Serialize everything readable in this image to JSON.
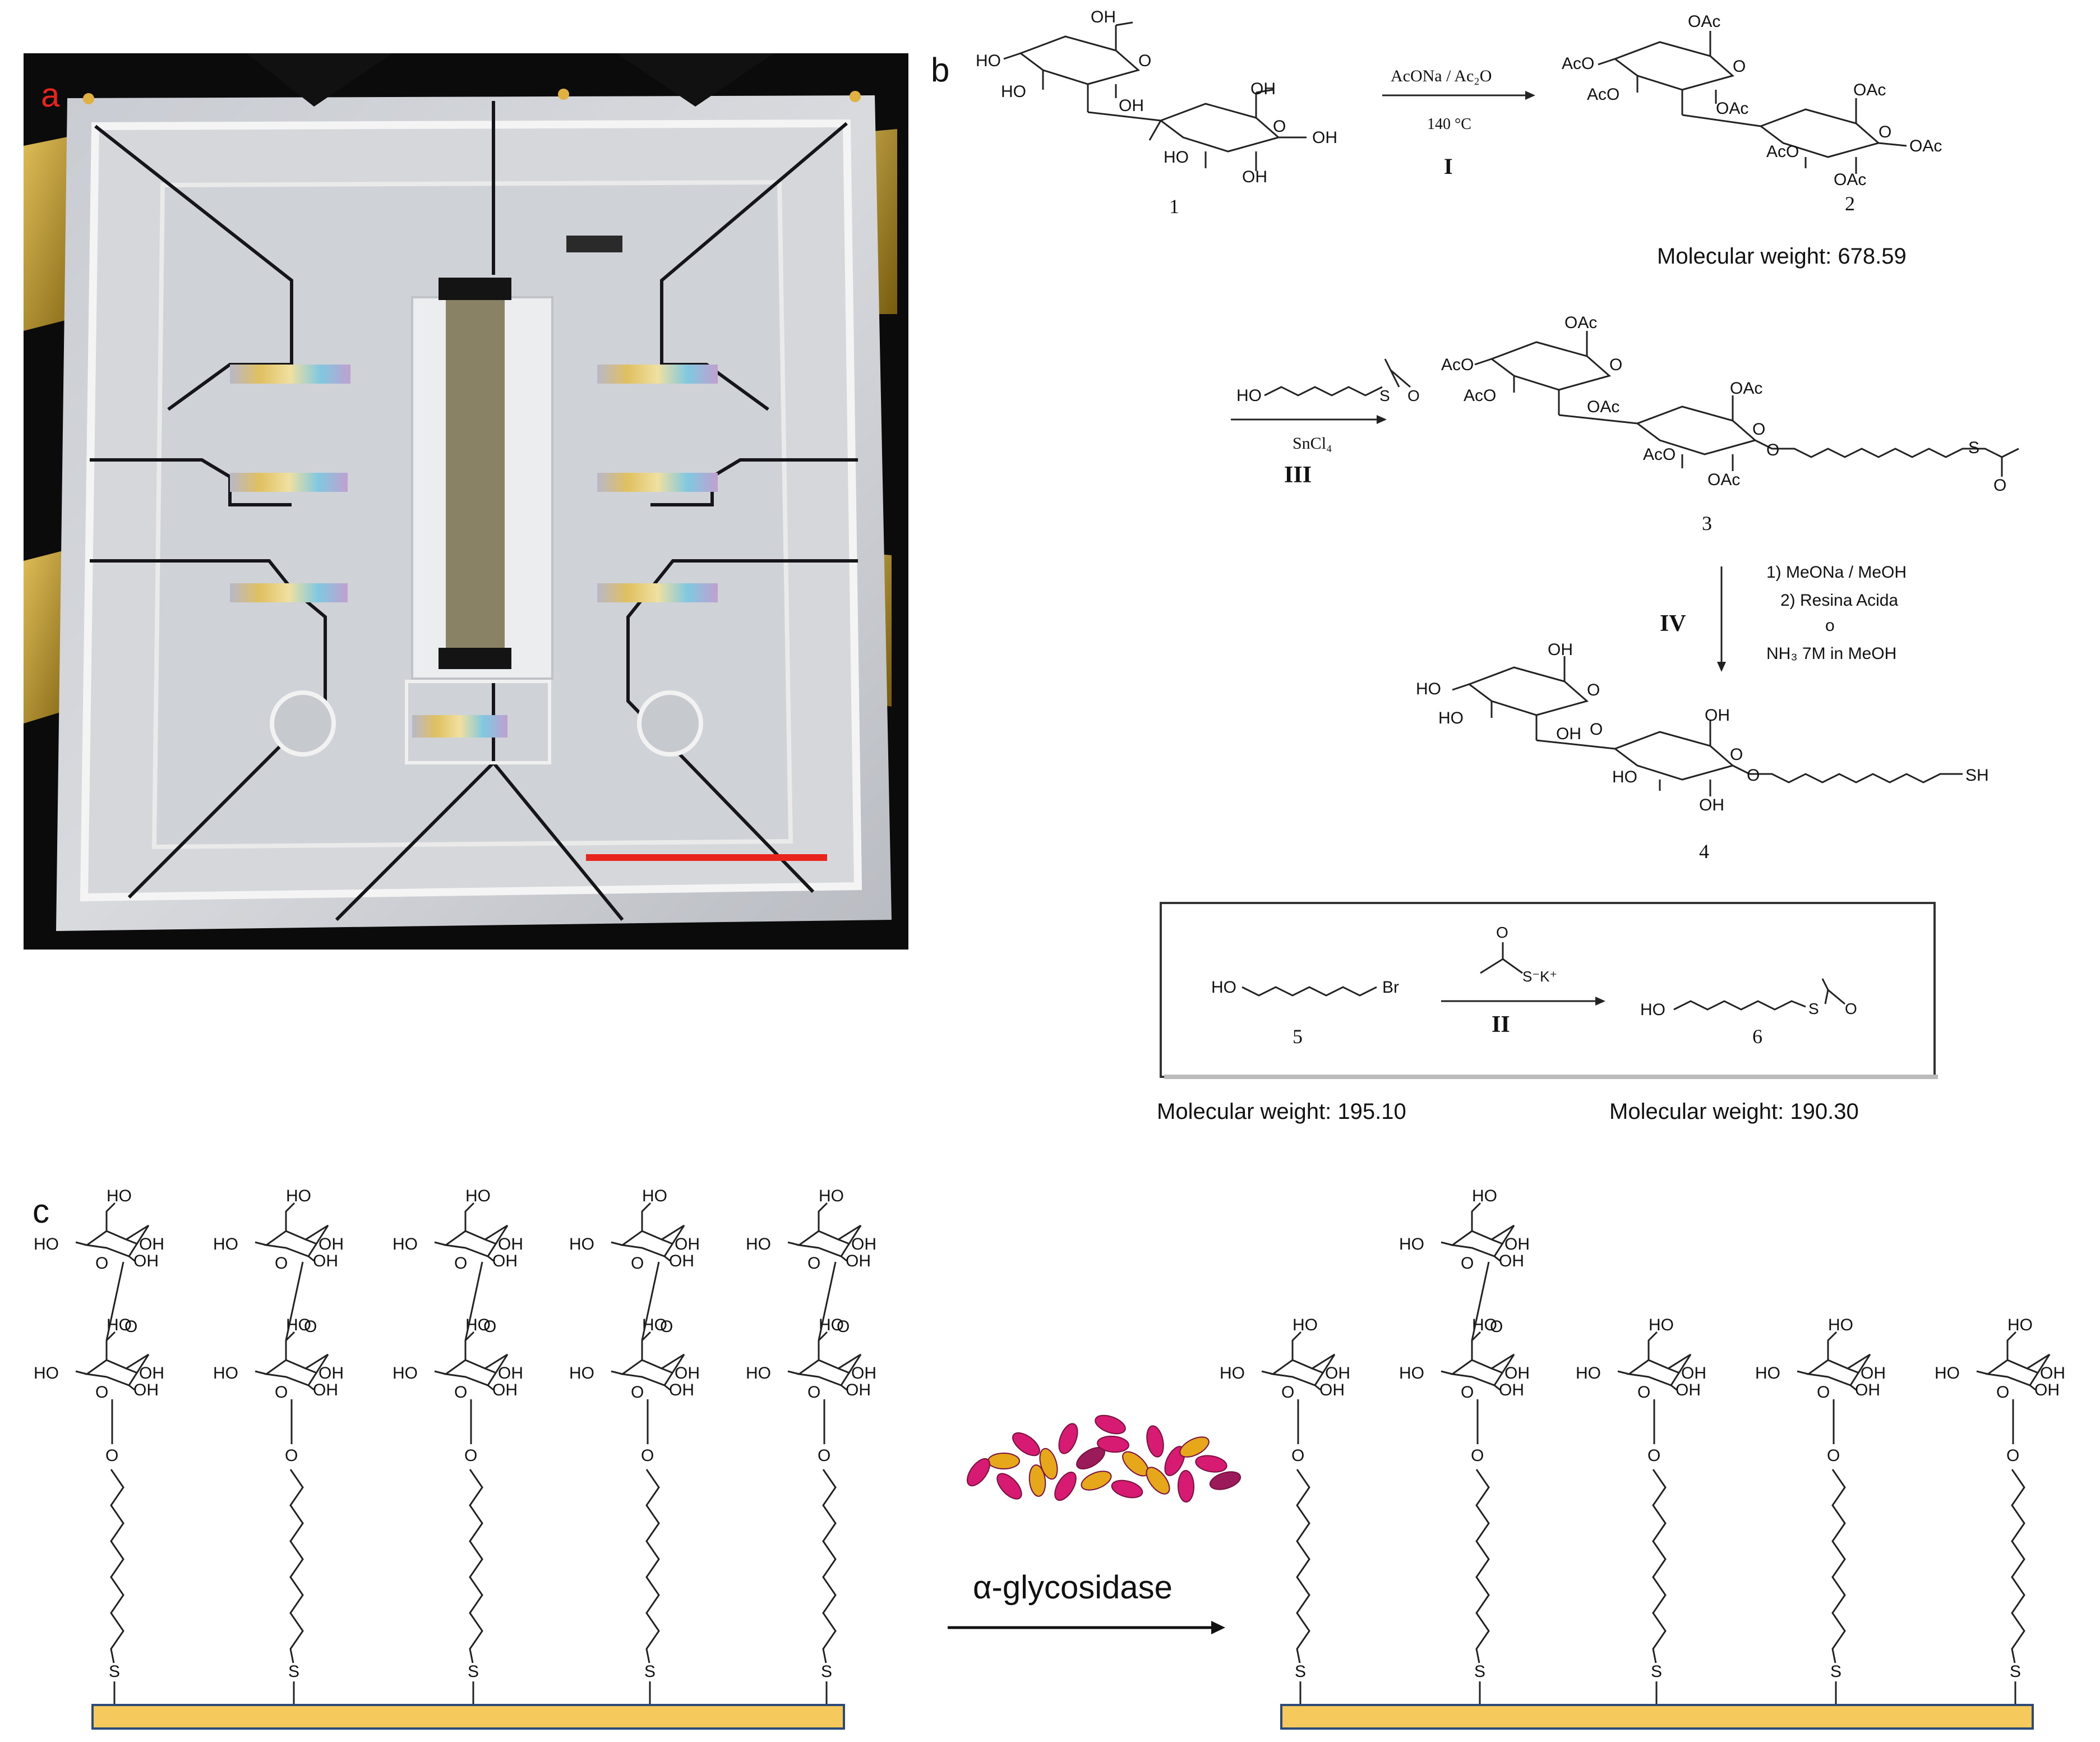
{
  "panel_labels": {
    "a": "a",
    "b": "b",
    "c": "c"
  },
  "panel_a": {
    "scale_bar_color": "#e8241d"
  },
  "scheme": {
    "compound_numbers": [
      "1",
      "2",
      "3",
      "4",
      "5",
      "6"
    ],
    "step1": {
      "reagents": "AcONa / Ac₂O",
      "temperature": "140 °C",
      "numeral": "I"
    },
    "mw_compound2": "Molecular weight: 678.59",
    "step3": {
      "reagent_formula": "HO~~~~~~S(Ac)",
      "catalyst": "SnCl₄",
      "numeral": "III"
    },
    "step4": {
      "line1": "1) MeONa / MeOH",
      "line2": "2) Resina Acida",
      "line3": "o",
      "line4": "NH₃ 7M in MeOH",
      "numeral": "IV"
    },
    "step2": {
      "reagent": "S⁻K⁺",
      "numeral": "II"
    },
    "labels": {
      "OH": "OH",
      "HO": "HO",
      "OAc": "OAc",
      "AcO": "AcO",
      "O": "O",
      "S": "S",
      "SH": "SH",
      "Br": "Br"
    },
    "mw_compound5": "Molecular weight: 195.10",
    "mw_compound6": "Molecular weight: 190.30"
  },
  "panel_c": {
    "enzyme_label": "α-glycosidase",
    "labels": {
      "HO": "HO",
      "OH": "OH",
      "O": "O",
      "S": "S"
    },
    "surface_color": "#f5c95c",
    "protein_colors": [
      "#d81b72",
      "#e6a81a",
      "#9b1b5a"
    ]
  }
}
